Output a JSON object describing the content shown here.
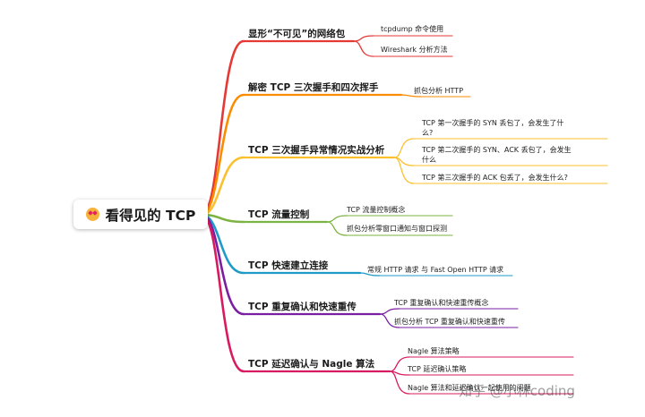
{
  "root": {
    "label": "看得见的 TCP"
  },
  "branches": [
    {
      "id": "b1",
      "label": "显形“不可见”的网络包",
      "color": "#e53935",
      "leaves": [
        {
          "id": "b1l1",
          "label": "tcpdump 命令使用"
        },
        {
          "id": "b1l2",
          "label": "Wireshark 分析方法"
        }
      ]
    },
    {
      "id": "b2",
      "label": "解密 TCP 三次握手和四次挥手",
      "color": "#fb8c00",
      "leaves": [
        {
          "id": "b2l1",
          "label": "抓包分析 HTTP"
        }
      ]
    },
    {
      "id": "b3",
      "label": "TCP 三次握手异常情况实战分析",
      "color": "#fbc02d",
      "leaves": [
        {
          "id": "b3l1",
          "label": "TCP 第一次握手的 SYN 丢包了，会发生了什么?"
        },
        {
          "id": "b3l2",
          "label": "TCP 第二次握手的 SYN、ACK 丢包了，会发生什么"
        },
        {
          "id": "b3l3",
          "label": "TCP 第三次握手的 ACK 包丢了，会发生什么?"
        }
      ]
    },
    {
      "id": "b4",
      "label": "TCP 流量控制",
      "color": "#7cb342",
      "leaves": [
        {
          "id": "b4l1",
          "label": "TCP 流量控制概念"
        },
        {
          "id": "b4l2",
          "label": "抓包分析零窗口通知与窗口探测"
        }
      ]
    },
    {
      "id": "b5",
      "label": "TCP 快速建立连接",
      "color": "#1e9bc7",
      "leaves": [
        {
          "id": "b5l1",
          "label": "常规 HTTP 请求 与 Fast  Open HTTP 请求"
        }
      ]
    },
    {
      "id": "b6",
      "label": "TCP 重复确认和快速重传",
      "color": "#7b1fa2",
      "leaves": [
        {
          "id": "b6l1",
          "label": "TCP 重复确认和快速重传概念"
        },
        {
          "id": "b6l2",
          "label": "抓包分析 TCP 重复确认和快速重传"
        }
      ]
    },
    {
      "id": "b7",
      "label": "TCP 延迟确认与 Nagle 算法",
      "color": "#d81b60",
      "leaves": [
        {
          "id": "b7l1",
          "label": "Nagle 算法策略"
        },
        {
          "id": "b7l2",
          "label": "TCP 延迟确认策略"
        },
        {
          "id": "b7l3",
          "label": "Nagle 算法和延迟确认一起使用的问题"
        }
      ]
    }
  ],
  "watermark": "知乎 @小林coding"
}
